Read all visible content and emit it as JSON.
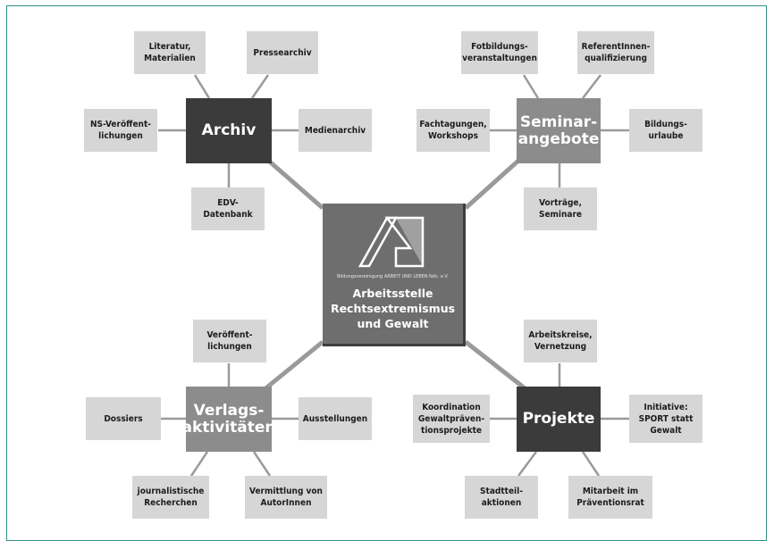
{
  "center": {
    "subtitle": "Bildungsvereinigung ARBEIT UND LEBEN Nds. e.V.",
    "title": "Arbeitsstelle\nRechtsextremismus\nund Gewalt"
  },
  "hubs": {
    "archiv": "Archiv",
    "seminar": "Seminar-\nangebote",
    "verlag": "Verlags-\naktivitäten",
    "projekte": "Projekte"
  },
  "leaves": {
    "archiv": {
      "literatur": "Literatur,\nMaterialien",
      "pressearchiv": "Pressearchiv",
      "ns": "NS-Veröffent-\nlichungen",
      "medienarchiv": "Medienarchiv",
      "edv": "EDV-\nDatenbank"
    },
    "seminar": {
      "fotbildung": "Fotbildungs-\nveranstaltungen",
      "referent": "ReferentInnen-\nqualifizierung",
      "fachtagungen": "Fachtagungen,\nWorkshops",
      "bildungsurlaube": "Bildungs-\nurlaube",
      "vortraege": "Vorträge,\nSeminare"
    },
    "verlag": {
      "veroeffentlichungen": "Veröffent-\nlichungen",
      "dossiers": "Dossiers",
      "ausstellungen": "Ausstellungen",
      "journalistisch": "journalistische\nRecherchen",
      "vermittlung": "Vermittlung von\nAutorInnen"
    },
    "projekte": {
      "arbeitskreise": "Arbeitskreise,\nVernetzung",
      "koordination": "Koordination\nGewaltpräven-\ntionsprojekte",
      "initiative": "Initiative:\nSPORT statt\nGewalt",
      "stadtteil": "Stadtteil-\naktionen",
      "mitarbeit": "Mitarbeit im\nPräventionsrat"
    }
  }
}
